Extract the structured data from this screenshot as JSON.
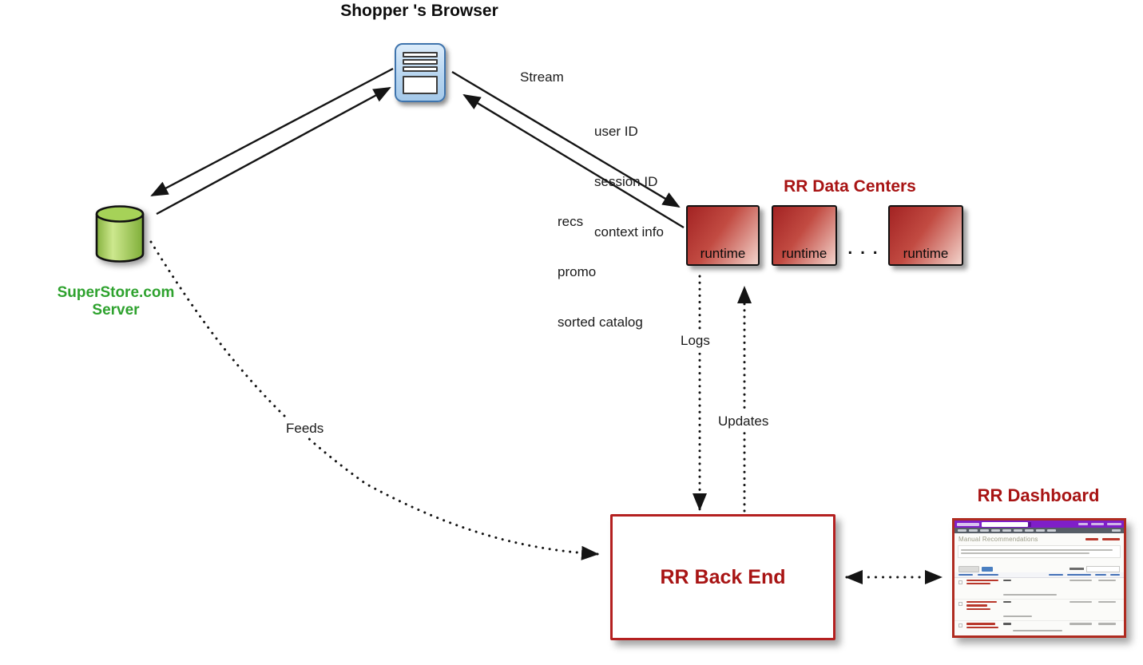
{
  "page": {
    "shopper_browser_title": "Shopper 's Browser",
    "server": {
      "line1": "SuperStore.com",
      "line2": "Server"
    },
    "edge_labels": {
      "stream": "Stream",
      "to_datacenter": [
        "user ID",
        "session ID",
        "context info"
      ],
      "to_browser": [
        "recs",
        "promo",
        "sorted catalog"
      ],
      "logs": "Logs",
      "updates": "Updates",
      "feeds": "Feeds"
    },
    "data_centers": {
      "title": "RR Data Centers",
      "nodes": [
        "runtime",
        "runtime",
        "runtime"
      ],
      "ellipsis": ". . ."
    },
    "back_end": {
      "label": "RR Back End"
    },
    "dashboard": {
      "title": "RR Dashboard",
      "screenshot_heading": "Manual Recommendations"
    },
    "colors": {
      "title_red": "#A81414",
      "server_green": "#2EA22E",
      "runtime_gradient_dark": "#A32323",
      "runtime_gradient_light": "#F2D3CB",
      "backend_border_red": "#B42020",
      "thumb_border_red": "#AF2B20",
      "thumb_purple": "#7F1FC8",
      "thumb_navbar_gray": "#565D66",
      "arrow_black": "#141414"
    }
  }
}
